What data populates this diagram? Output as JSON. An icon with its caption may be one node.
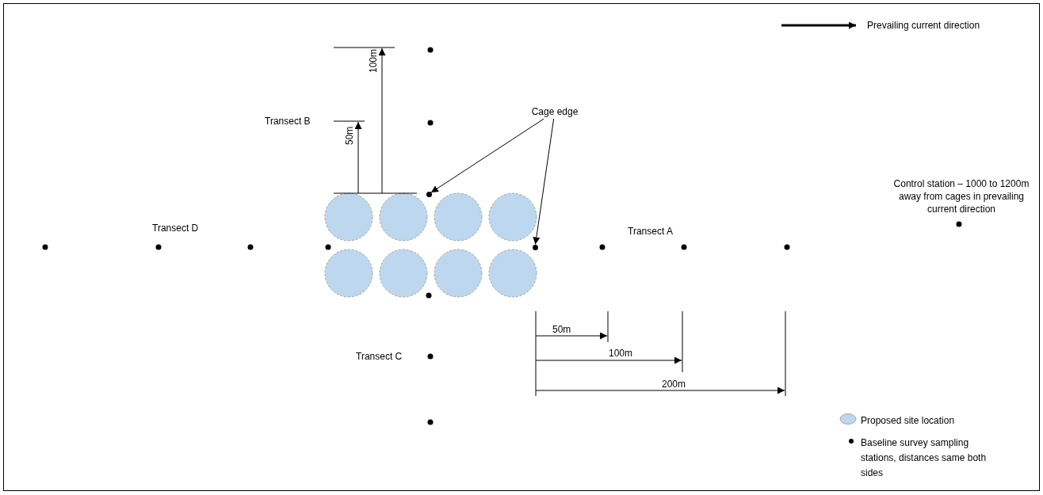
{
  "diagram": {
    "nodes": [
      {
        "text": [
          "Cage edge"
        ]
      },
      {
        "text": [],
        "shape": "circle"
      },
      {
        "text": [],
        "shape": "circle"
      }
    ],
    "edges": [
      {
        "from": 0,
        "to": 1,
        "arrow": "to"
      },
      {
        "from": 0,
        "to": 2,
        "arrow": "to"
      }
    ],
    "labels": [
      "Prevailing current direction",
      "Transect B",
      "100m",
      "50m",
      "Control station – 1000 to 1200m away from cages in prevailing current direction",
      "Transect D",
      "Transect A",
      "50m",
      "100m",
      "Transect C",
      "200m"
    ],
    "legend": [
      {
        "text": "Proposed site location"
      },
      {
        "text": "Baseline survey sampling stations, distances same both sides"
      }
    ]
  }
}
